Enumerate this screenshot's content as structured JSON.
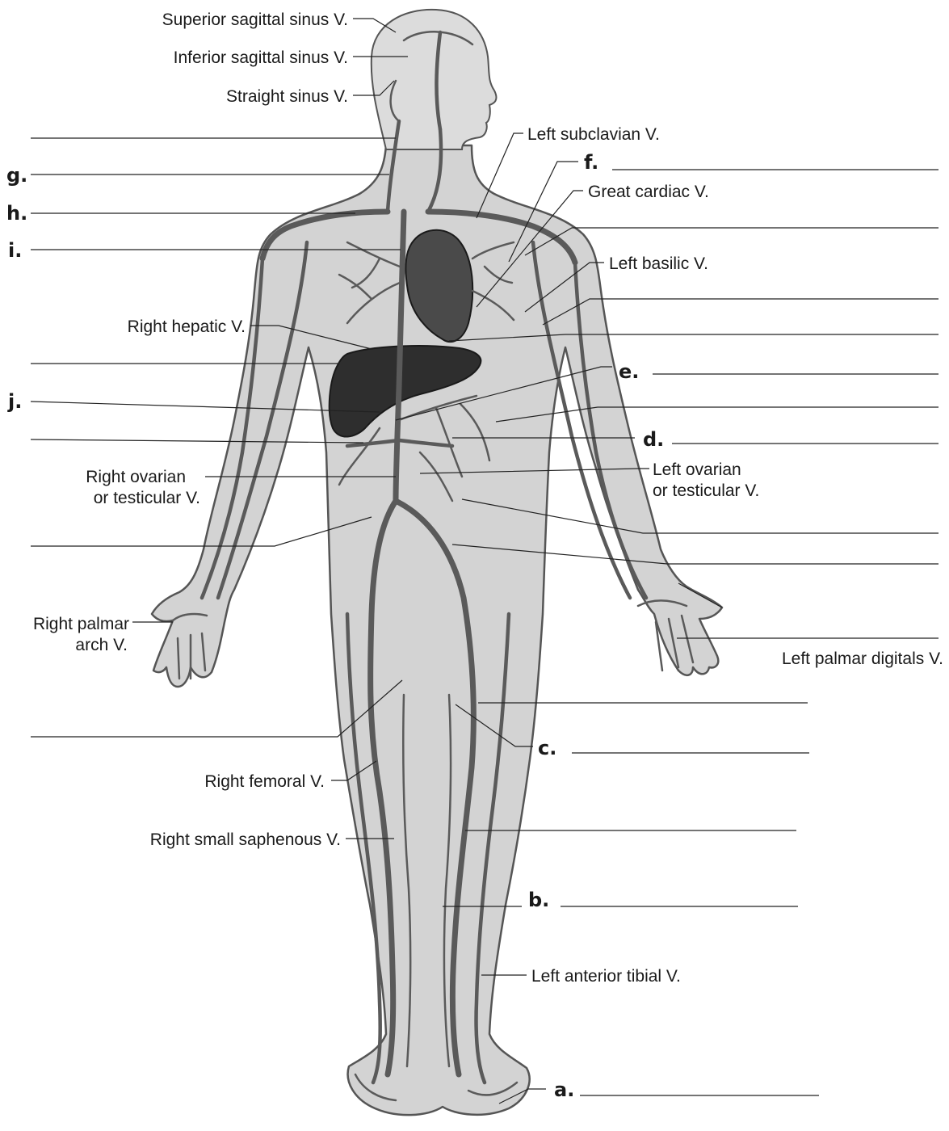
{
  "labels": {
    "superior_sagittal_sinus": "Superior sagittal sinus  V.",
    "inferior_sagittal_sinus": "Inferior sagittal sinus  V.",
    "straight_sinus": "Straight sinus  V.",
    "left_subclavian": "Left subclavian  V.",
    "great_cardiac": "Great cardiac  V.",
    "left_basilic": "Left basilic  V.",
    "right_hepatic": "Right hepatic  V.",
    "right_ovarian_1": "Right ovarian",
    "right_ovarian_2": "or testicular  V.",
    "left_ovarian_1": "Left ovarian",
    "left_ovarian_2": "or testicular  V.",
    "right_palmar_arch_1": "Right palmar",
    "right_palmar_arch_2": "arch  V.",
    "left_palmar_digitals": "Left palmar digitals  V.",
    "right_femoral": "Right femoral  V.",
    "right_small_saphenous": "Right small saphenous  V.",
    "left_anterior_tibial": "Left anterior tibial  V."
  },
  "letters": {
    "a": "a.",
    "b": "b.",
    "c": "c.",
    "d": "d.",
    "e": "e.",
    "f": "f.",
    "g": "g.",
    "h": "h.",
    "i": "i.",
    "j": "j."
  }
}
